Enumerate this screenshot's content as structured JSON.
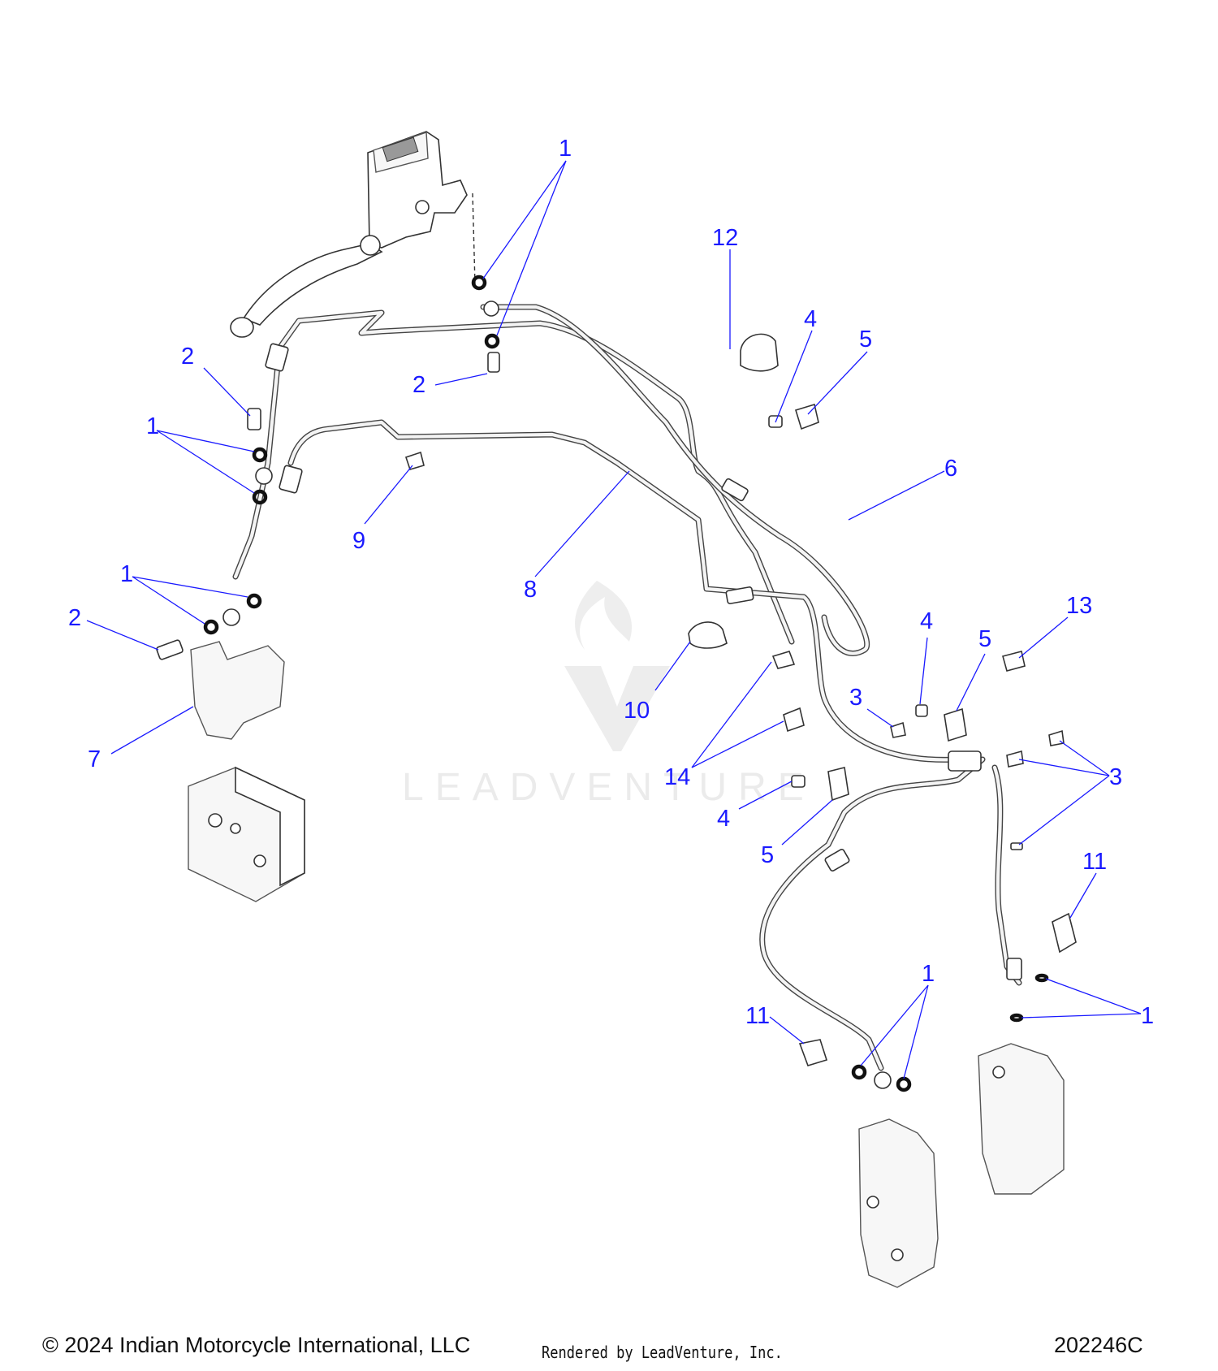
{
  "diagram": {
    "callouts": [
      {
        "id": "c1-top",
        "label": "1"
      },
      {
        "id": "c12",
        "label": "12"
      },
      {
        "id": "c4-top",
        "label": "4"
      },
      {
        "id": "c5-top",
        "label": "5"
      },
      {
        "id": "c2-left-top",
        "label": "2"
      },
      {
        "id": "c2-center",
        "label": "2"
      },
      {
        "id": "c1-left-upper",
        "label": "1"
      },
      {
        "id": "c6",
        "label": "6"
      },
      {
        "id": "c9",
        "label": "9"
      },
      {
        "id": "c8",
        "label": "8"
      },
      {
        "id": "c1-left-lower",
        "label": "1"
      },
      {
        "id": "c2-left-bottom",
        "label": "2"
      },
      {
        "id": "c4-mid",
        "label": "4"
      },
      {
        "id": "c5-mid",
        "label": "5"
      },
      {
        "id": "c13",
        "label": "13"
      },
      {
        "id": "c10",
        "label": "10"
      },
      {
        "id": "c3-mid",
        "label": "3"
      },
      {
        "id": "c7",
        "label": "7"
      },
      {
        "id": "c14",
        "label": "14"
      },
      {
        "id": "c3-right",
        "label": "3"
      },
      {
        "id": "c4-low",
        "label": "4"
      },
      {
        "id": "c5-low",
        "label": "5"
      },
      {
        "id": "c11-right",
        "label": "11"
      },
      {
        "id": "c1-bottom-center",
        "label": "1"
      },
      {
        "id": "c1-bottom-right",
        "label": "1"
      },
      {
        "id": "c11-left",
        "label": "11"
      }
    ],
    "watermark": {
      "text": "LEADVENTURE"
    }
  },
  "footer": {
    "copyright": "© 2024 Indian Motorcycle International, LLC",
    "rendered_by": "Rendered by LeadVenture, Inc.",
    "diagram_code": "202246C"
  }
}
